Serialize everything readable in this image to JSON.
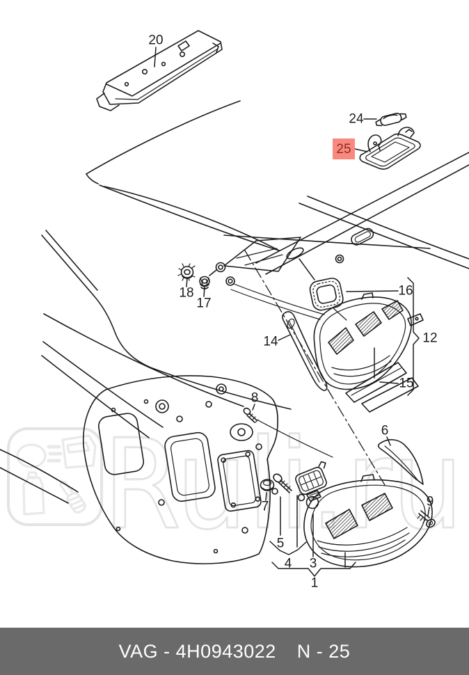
{
  "diagram": {
    "type": "exploded-parts-diagram",
    "footer": {
      "catalog_label": "VAG - 4H0943022",
      "page_label": "N - 25"
    },
    "watermark": {
      "text": "Ruli.ru"
    },
    "colors": {
      "line": "#1b1b1b",
      "highlight_box": "#f9897f",
      "highlight_text": "#8b2b22",
      "footer_bg": "#6a6a6a",
      "footer_text": "#ffffff",
      "watermark": "#e4e4e4"
    },
    "callouts": [
      {
        "label": "20",
        "highlighted": false
      },
      {
        "label": "24",
        "highlighted": false
      },
      {
        "label": "25",
        "highlighted": true
      },
      {
        "label": "18",
        "highlighted": false
      },
      {
        "label": "17",
        "highlighted": false
      },
      {
        "label": "16",
        "highlighted": false
      },
      {
        "label": "12",
        "highlighted": false
      },
      {
        "label": "14",
        "highlighted": false
      },
      {
        "label": "15",
        "highlighted": false
      },
      {
        "label": "8",
        "highlighted": false
      },
      {
        "label": "6",
        "highlighted": false
      },
      {
        "label": "9",
        "highlighted": false
      },
      {
        "label": "7",
        "highlighted": false
      },
      {
        "label": "5",
        "highlighted": false
      },
      {
        "label": "4",
        "highlighted": false
      },
      {
        "label": "3",
        "highlighted": false
      },
      {
        "label": "1",
        "highlighted": false
      }
    ]
  }
}
